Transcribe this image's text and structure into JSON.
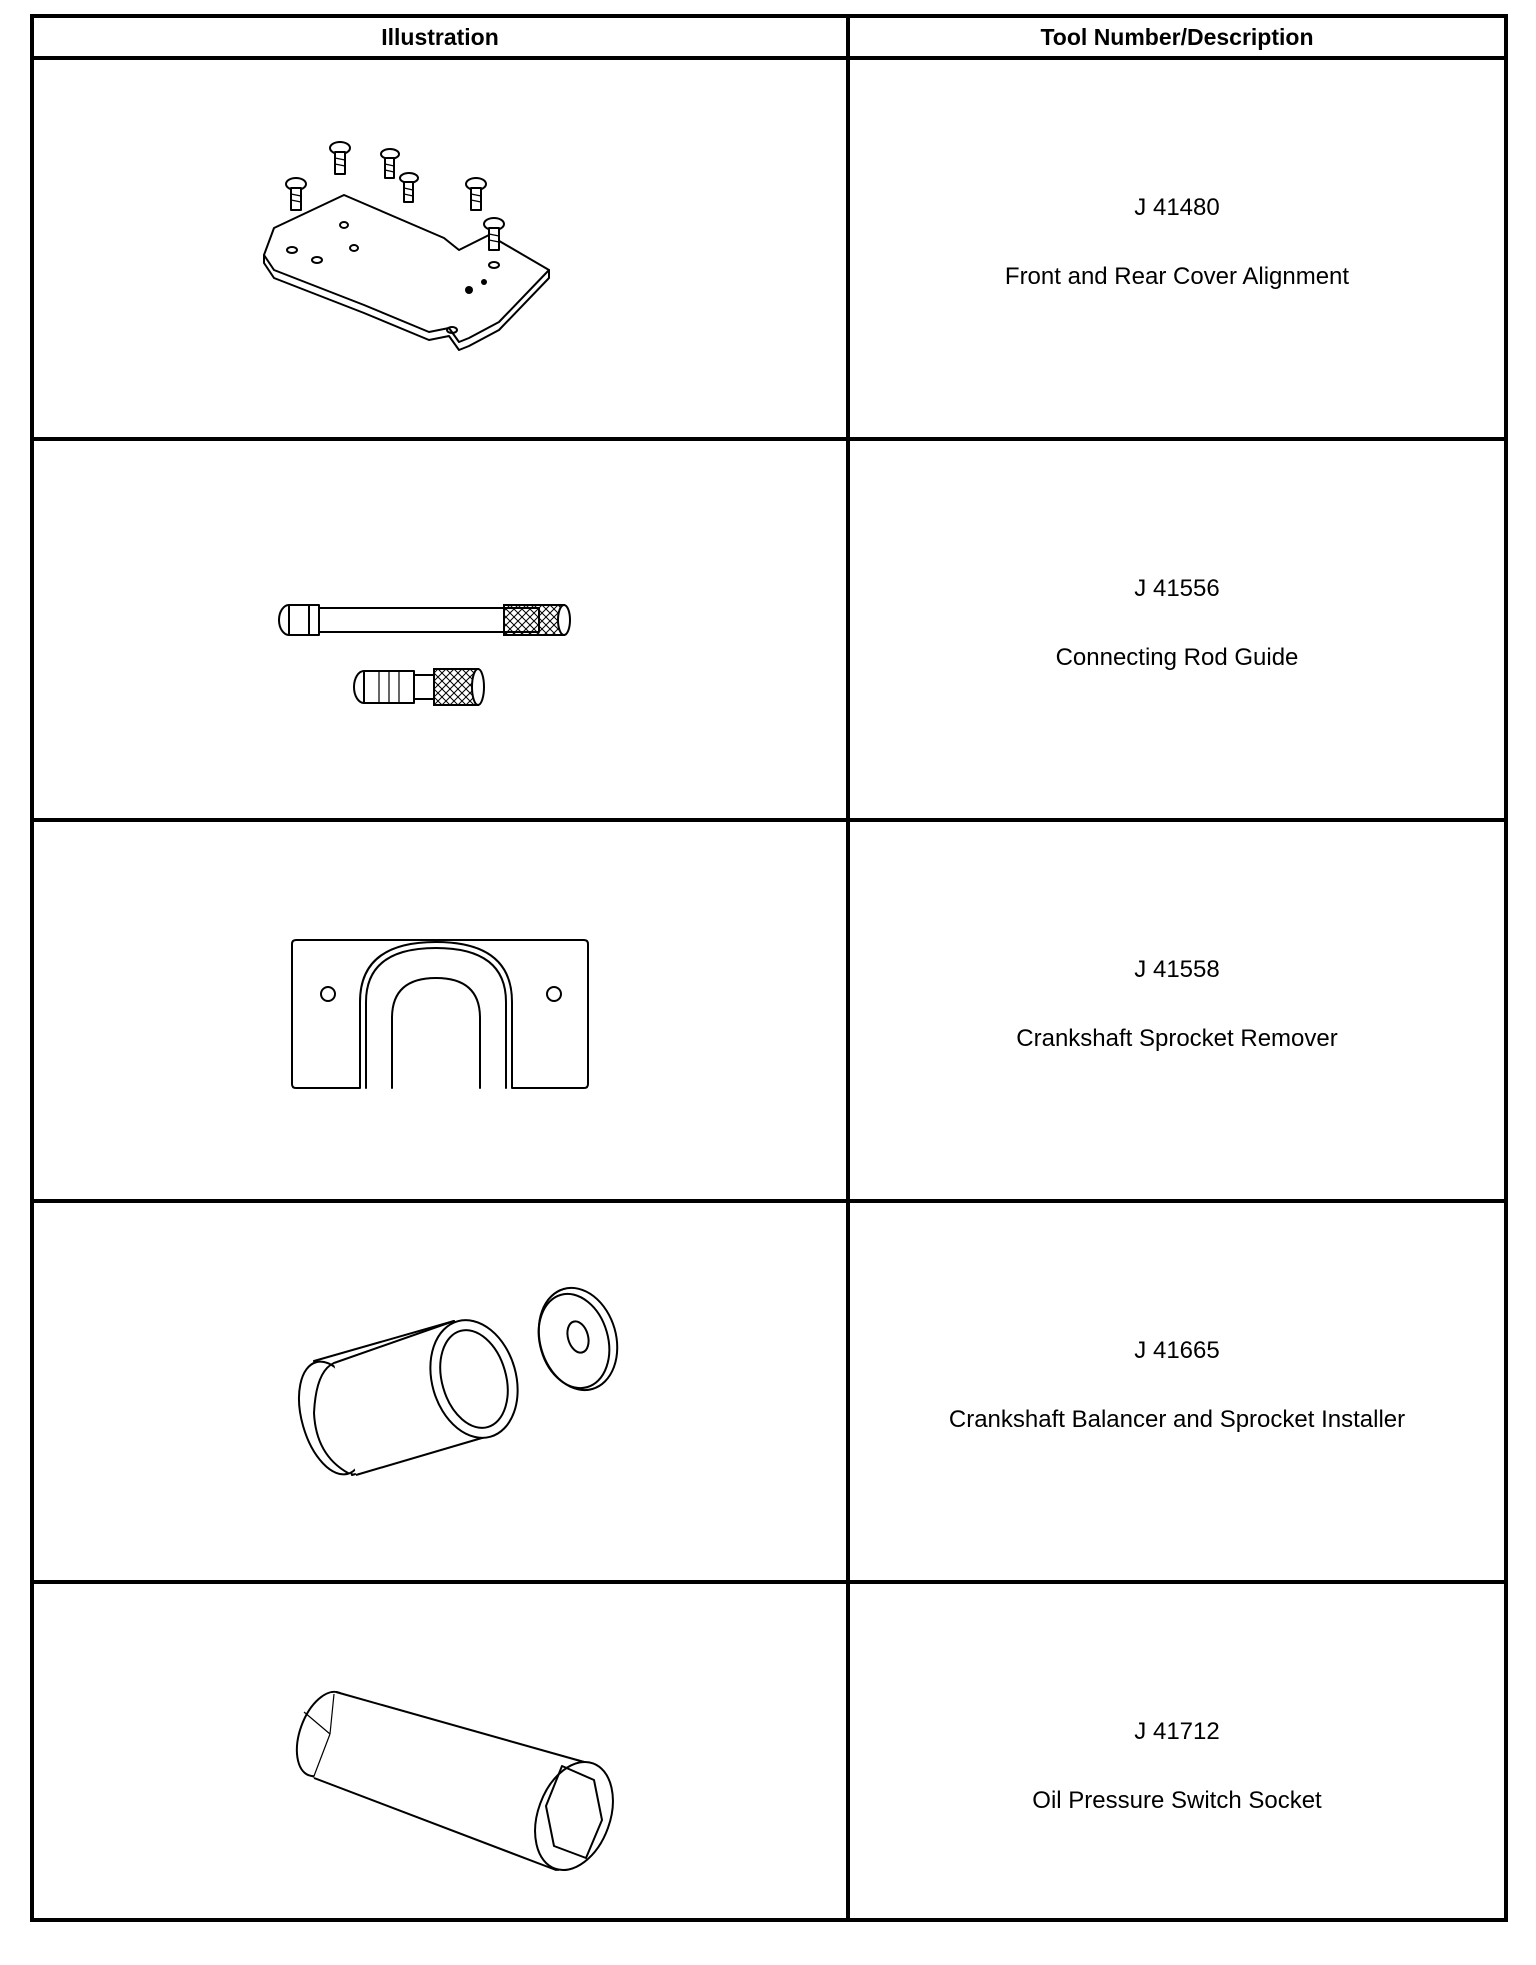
{
  "table": {
    "headers": {
      "illustration": "Illustration",
      "description": "Tool Number/Description"
    },
    "rows": [
      {
        "number": "J 41480",
        "description": "Front and Rear Cover Alignment",
        "icon": "alignment-plate-with-bolts-icon"
      },
      {
        "number": "J 41556",
        "description": "Connecting Rod Guide",
        "icon": "rod-guide-pins-icon"
      },
      {
        "number": "J 41558",
        "description": "Crankshaft Sprocket Remover",
        "icon": "sprocket-remover-plate-icon"
      },
      {
        "number": "J 41665",
        "description": "Crankshaft Balancer and Sprocket Installer",
        "icon": "balancer-installer-icon"
      },
      {
        "number": "J 41712",
        "description": "Oil Pressure Switch Socket",
        "icon": "socket-icon"
      }
    ]
  }
}
